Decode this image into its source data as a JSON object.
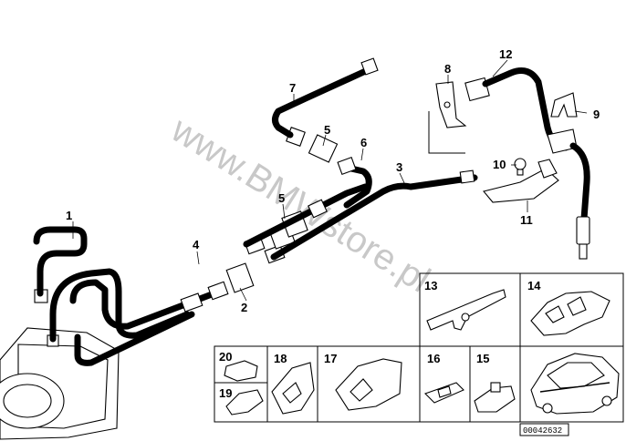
{
  "watermark": "www.BMWstore.pl",
  "reference_number": "00042632",
  "callouts": {
    "c1": "1",
    "c2": "2",
    "c3": "3",
    "c4": "4",
    "c5a": "5",
    "c5b": "5",
    "c6": "6",
    "c7": "7",
    "c8": "8",
    "c9": "9",
    "c10": "10",
    "c11": "11",
    "c12": "12",
    "c13": "13",
    "c14": "14",
    "c15": "15",
    "c16": "16",
    "c17": "17",
    "c18": "18",
    "c19": "19",
    "c20": "20"
  }
}
